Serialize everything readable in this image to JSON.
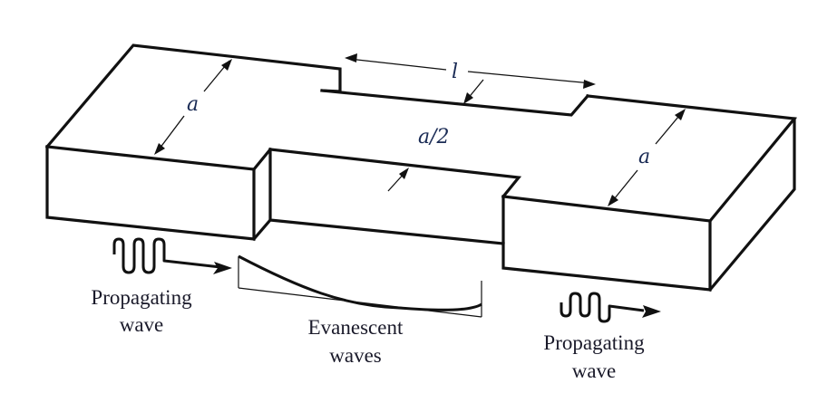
{
  "figure": {
    "title": "Waveguide with narrowed section (evanescent coupling)",
    "dimension_labels": {
      "left_width": "a",
      "right_width": "a",
      "narrow_width": "a/2",
      "narrow_length": "l"
    },
    "annotations": {
      "incident_wave": [
        "Propagating",
        "wave"
      ],
      "evanescent": [
        "Evanescent",
        "waves"
      ],
      "transmitted_wave": [
        "Propagating",
        "wave"
      ]
    },
    "icons": {
      "incident": "sine-wave-arrow-icon",
      "transmitted": "sine-wave-arrow-icon",
      "decay": "exponential-decay-icon"
    },
    "colors": {
      "line": "#111111",
      "math_label": "#1a2b55",
      "text_label": "#1a1a2a"
    }
  }
}
